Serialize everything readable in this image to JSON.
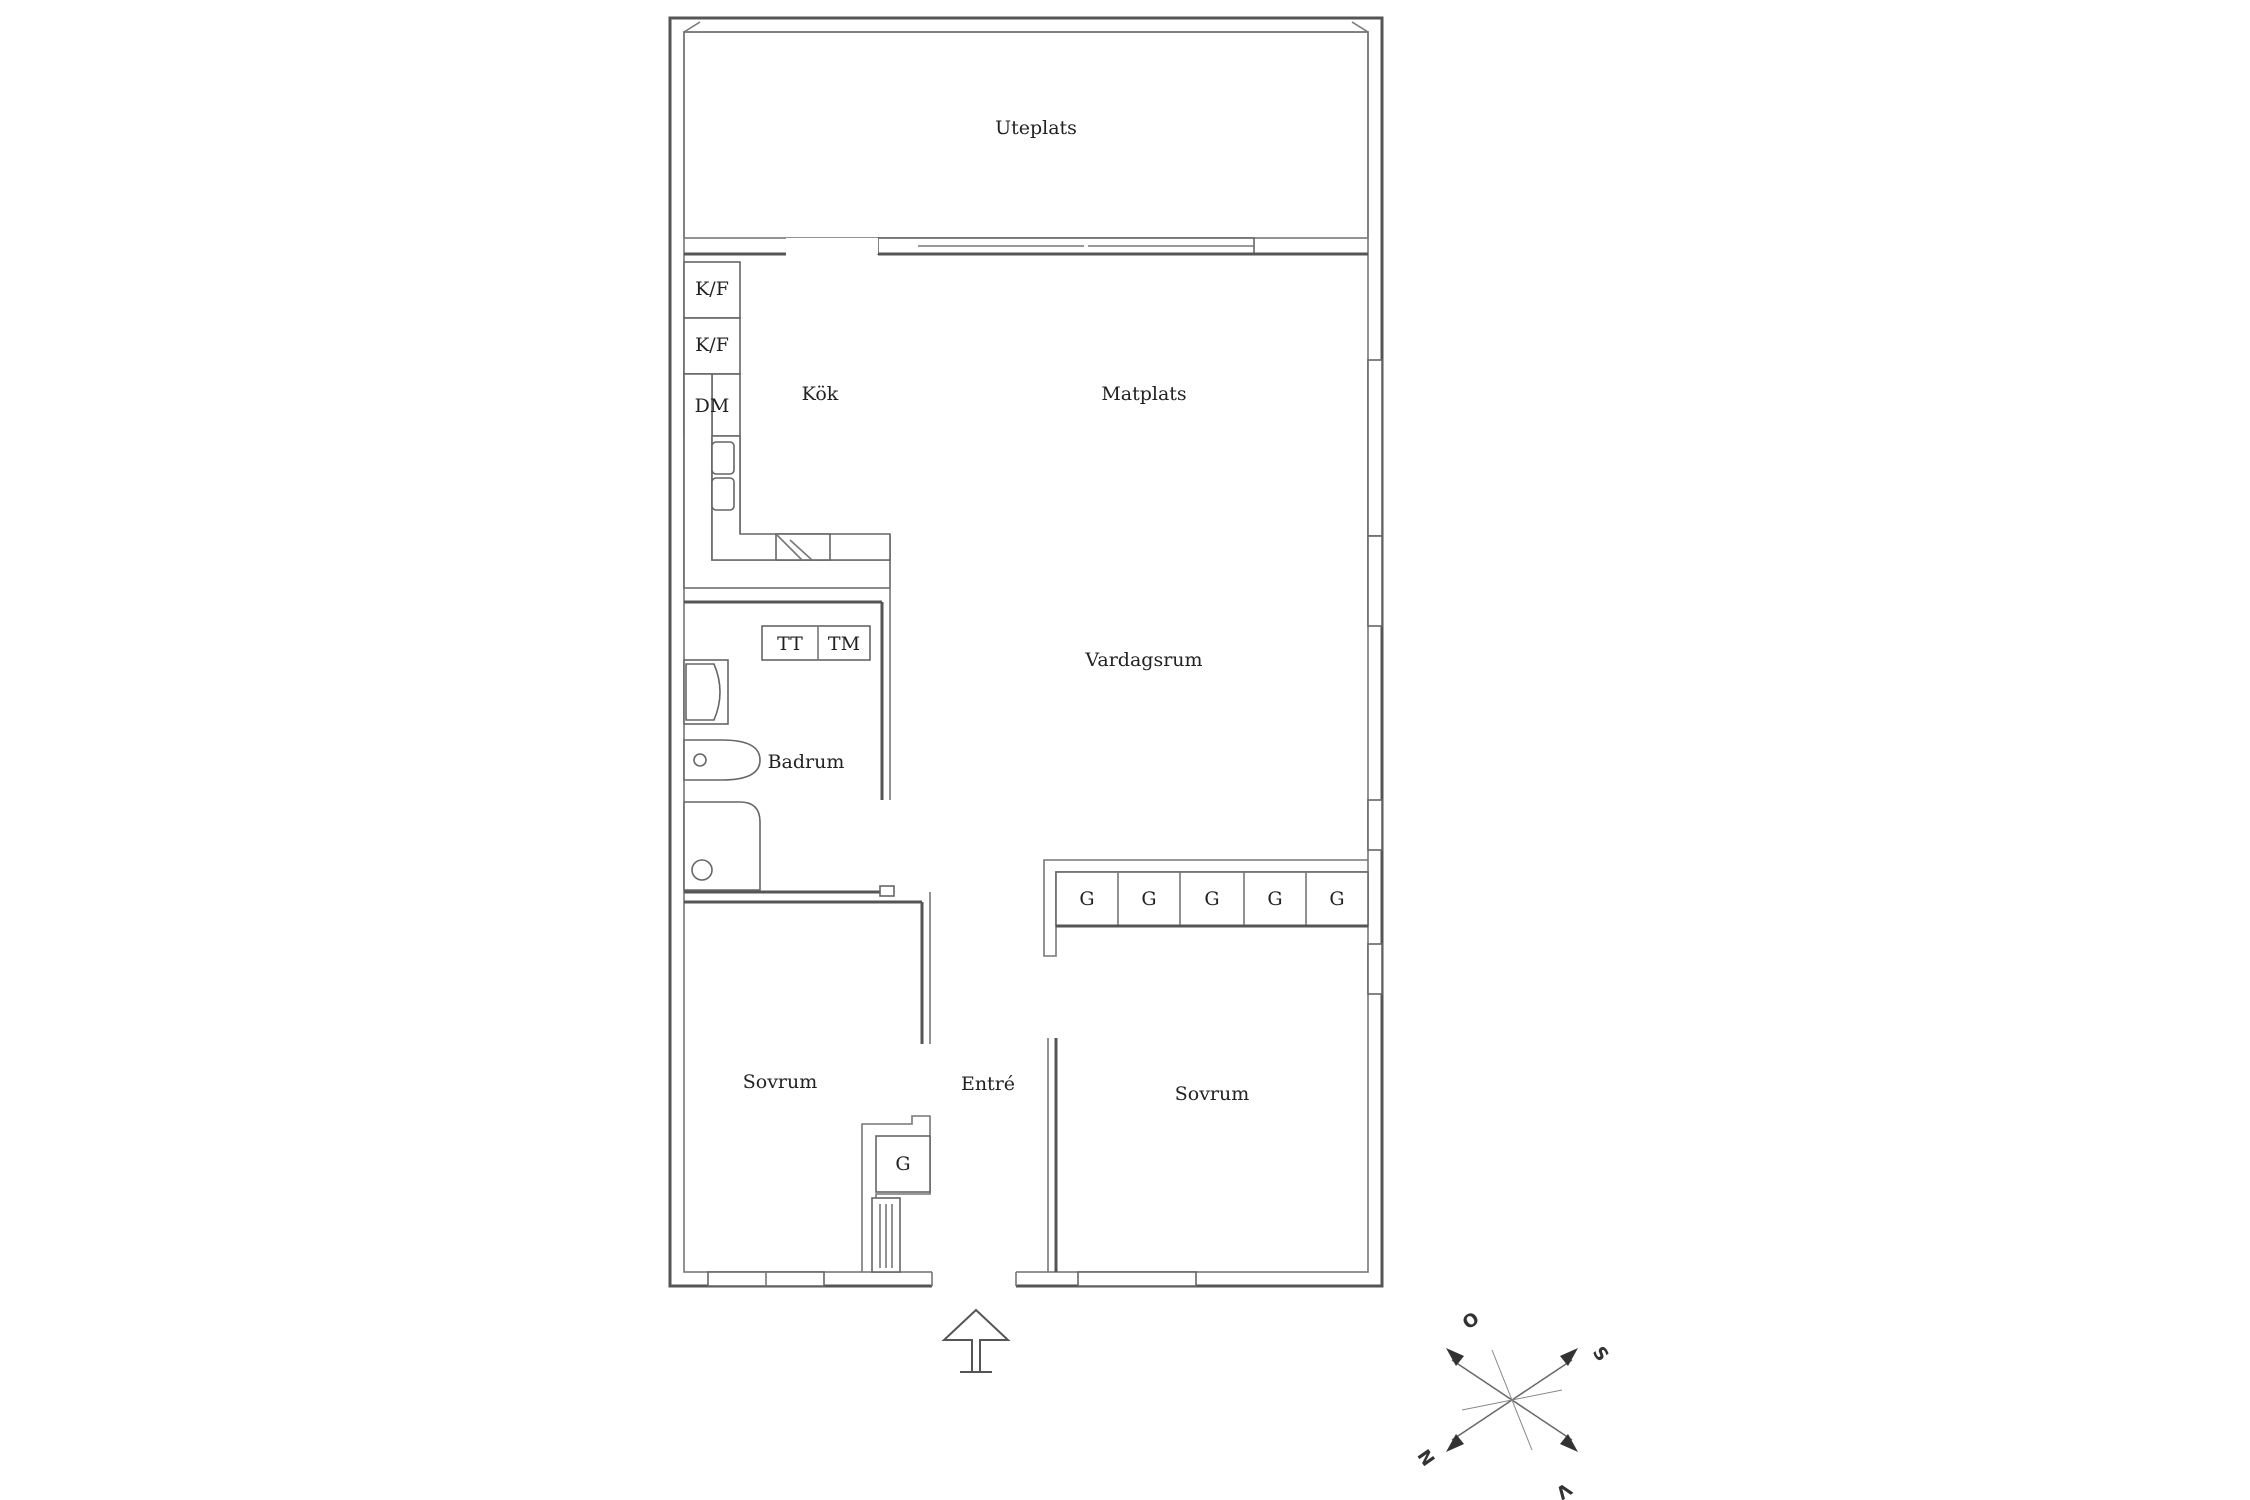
{
  "rooms": {
    "uteplats": "Uteplats",
    "kok": "Kök",
    "matplats": "Matplats",
    "vardagsrum": "Vardagsrum",
    "badrum": "Badrum",
    "sovrum_left": "Sovrum",
    "entre": "Entré",
    "sovrum_right": "Sovrum"
  },
  "fixtures": {
    "kf1": "K/F",
    "kf2": "K/F",
    "dm": "DM",
    "tt": "TT",
    "tm": "TM",
    "closets": [
      "G",
      "G",
      "G",
      "G",
      "G"
    ],
    "hall_closet": "G"
  },
  "compass": {
    "n": "N",
    "s": "S",
    "o": "O",
    "v": "V"
  }
}
